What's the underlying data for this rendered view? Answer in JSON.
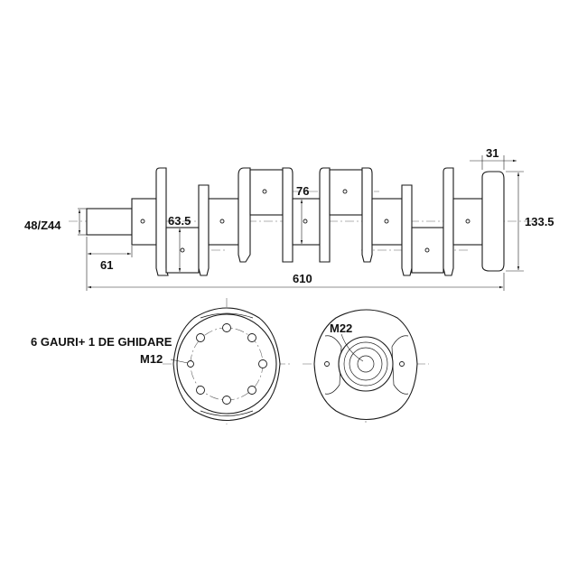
{
  "dimensions": {
    "flange_width": "31",
    "nose_diameter": "48/Z44",
    "crankpin_diameter": "63.5",
    "main_journal_diameter": "76",
    "flange_diameter": "133.5",
    "nose_length": "61",
    "overall_length": "610"
  },
  "notes": {
    "bolt_holes": "6 GAURI+ 1 DE GHIDARE",
    "flange_thread": "M12",
    "nose_thread": "M22"
  }
}
